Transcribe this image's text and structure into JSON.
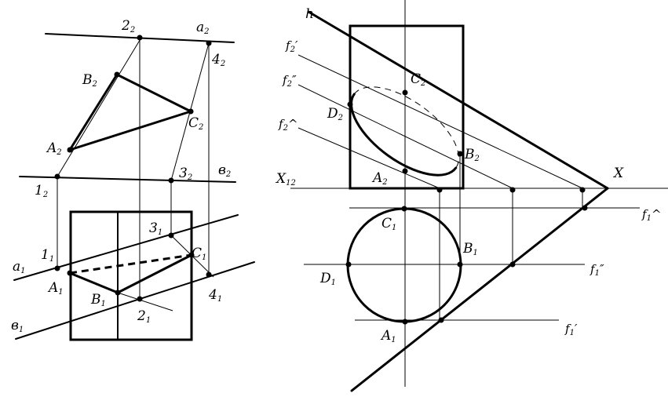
{
  "left_labels": {
    "pt_2_2": [
      "2",
      "2"
    ],
    "a_2": [
      "a",
      "2"
    ],
    "b2": [
      "B",
      "2"
    ],
    "pt_4_2": [
      "4",
      "2"
    ],
    "c2": [
      "C",
      "2"
    ],
    "a2_pt": [
      "A",
      "2"
    ],
    "pt_1_2": [
      "1",
      "2"
    ],
    "pt_3_2": [
      "3",
      "2"
    ],
    "b_2": [
      "в",
      "2"
    ],
    "pt_3_1": [
      "3",
      "1"
    ],
    "pt_1_1": [
      "1",
      "1"
    ],
    "c1": [
      "C",
      "1"
    ],
    "a_1": [
      "a",
      "1"
    ],
    "a1_pt": [
      "A",
      "1"
    ],
    "b1": [
      "B",
      "1"
    ],
    "pt_4_1": [
      "4",
      "1"
    ],
    "pt_2_1": [
      "2",
      "1"
    ],
    "b_1": [
      "в",
      "1"
    ]
  },
  "right_labels": {
    "h": [
      "h",
      ""
    ],
    "f2p": [
      "f",
      "2",
      "′"
    ],
    "c2r": [
      "C",
      "2",
      ""
    ],
    "f2pp": [
      "f",
      "2",
      "″"
    ],
    "d2": [
      "D",
      "2",
      ""
    ],
    "f2c": [
      "f",
      "2",
      "^"
    ],
    "b2r": [
      "B",
      "2",
      ""
    ],
    "x12": [
      "X",
      "12",
      ""
    ],
    "a2r": [
      "A",
      "2",
      ""
    ],
    "x": [
      "X",
      "",
      ""
    ],
    "f1c": [
      "f",
      "1",
      "^"
    ],
    "c1r": [
      "C",
      "1",
      ""
    ],
    "b1r": [
      "B",
      "1",
      ""
    ],
    "f1pp": [
      "f",
      "1",
      "″"
    ],
    "d1": [
      "D",
      "1",
      ""
    ],
    "a1r": [
      "A",
      "1",
      ""
    ],
    "f1p": [
      "f",
      "1",
      "′"
    ]
  }
}
